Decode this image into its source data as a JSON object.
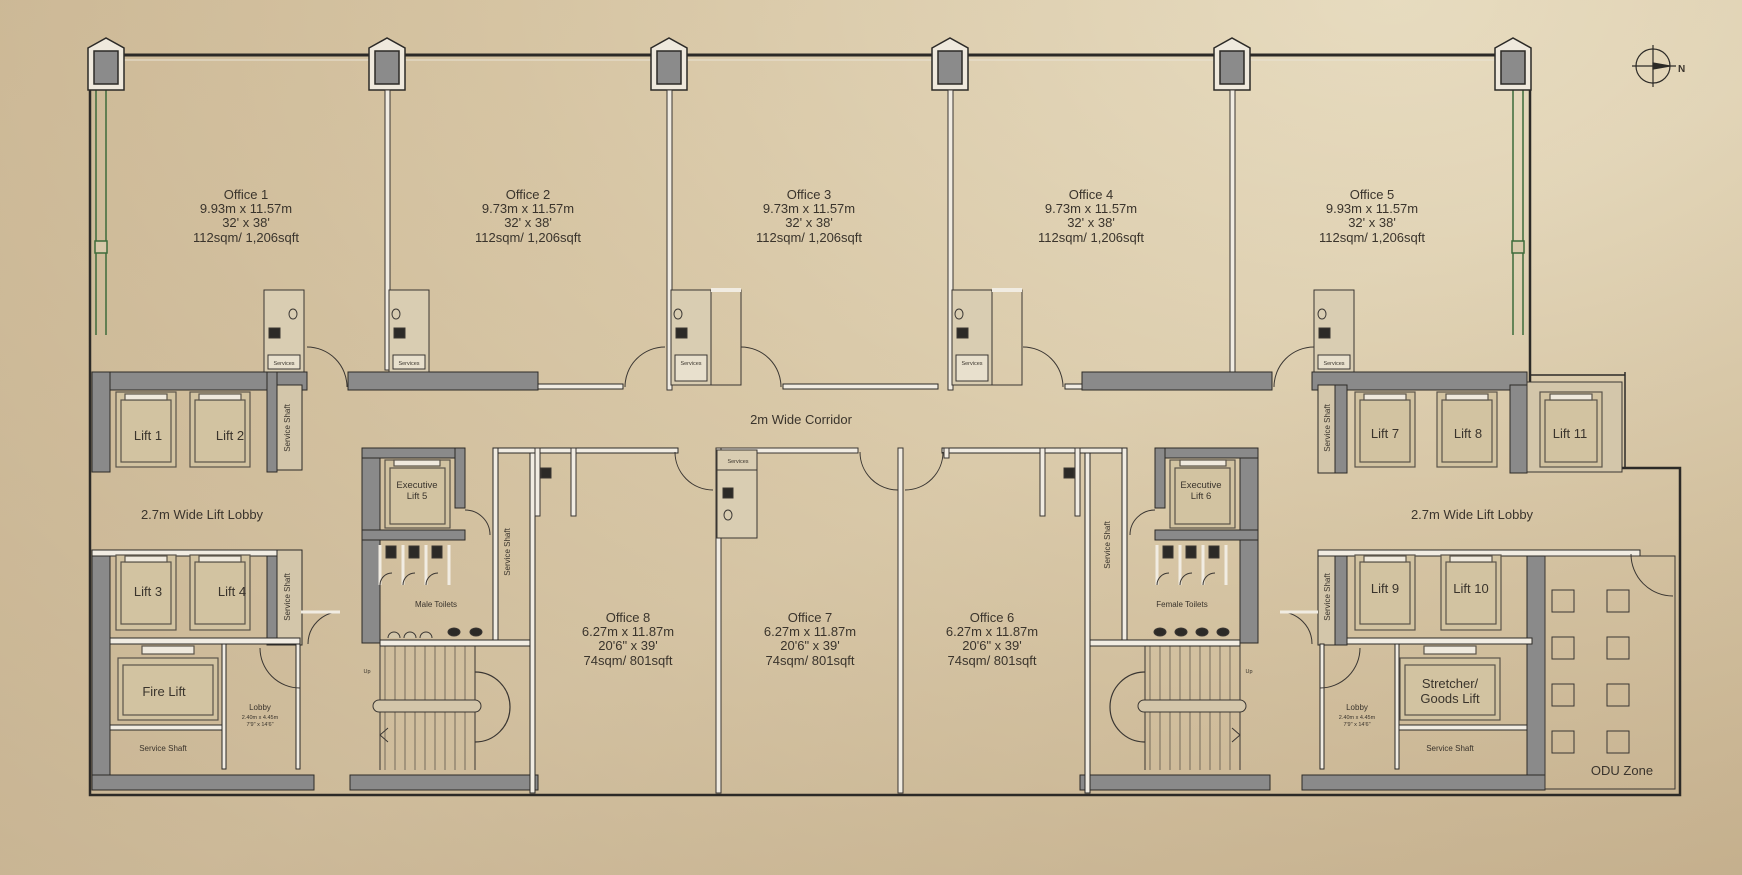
{
  "offices_top": [
    {
      "name": "Office 1",
      "metric": "9.93m x 11.57m",
      "imperial": "32' x 38'",
      "area": "112sqm/ 1,206sqft"
    },
    {
      "name": "Office 2",
      "metric": "9.73m x 11.57m",
      "imperial": "32' x 38'",
      "area": "112sqm/ 1,206sqft"
    },
    {
      "name": "Office 3",
      "metric": "9.73m x 11.57m",
      "imperial": "32' x 38'",
      "area": "112sqm/ 1,206sqft"
    },
    {
      "name": "Office 4",
      "metric": "9.73m x 11.57m",
      "imperial": "32' x 38'",
      "area": "112sqm/ 1,206sqft"
    },
    {
      "name": "Office 5",
      "metric": "9.93m x 11.57m",
      "imperial": "32' x 38'",
      "area": "112sqm/ 1,206sqft"
    }
  ],
  "offices_bottom": [
    {
      "name": "Office 8",
      "metric": "6.27m x 11.87m",
      "imperial": "20'6\" x 39'",
      "area": "74sqm/ 801sqft"
    },
    {
      "name": "Office 7",
      "metric": "6.27m x 11.87m",
      "imperial": "20'6\" x 39'",
      "area": "74sqm/ 801sqft"
    },
    {
      "name": "Office 6",
      "metric": "6.27m x 11.87m",
      "imperial": "20'6\" x 39'",
      "area": "74sqm/ 801sqft"
    }
  ],
  "corridor": "2m Wide Corridor",
  "lobby_left": "2.7m Wide Lift Lobby",
  "lobby_right": "2.7m Wide Lift Lobby",
  "lifts": {
    "l1": "Lift 1",
    "l2": "Lift 2",
    "l3": "Lift 3",
    "l4": "Lift 4",
    "l7": "Lift 7",
    "l8": "Lift 8",
    "l9": "Lift 9",
    "l10": "Lift 10",
    "l11": "Lift 11",
    "exec5_a": "Executive",
    "exec5_b": "Lift 5",
    "exec6_a": "Executive",
    "exec6_b": "Lift 6",
    "fire": "Fire Lift",
    "goods_a": "Stretcher/",
    "goods_b": "Goods Lift"
  },
  "service_shaft": "Service Shaft",
  "services": "Services",
  "male_toilets": "Male Toilets",
  "female_toilets": "Female Toilets",
  "lobby_small": {
    "name": "Lobby",
    "metric": "2.40m x 4.45m",
    "imperial": "7'9\" x 14'6\""
  },
  "up": "Up",
  "odu_zone": "ODU Zone",
  "north": "N"
}
